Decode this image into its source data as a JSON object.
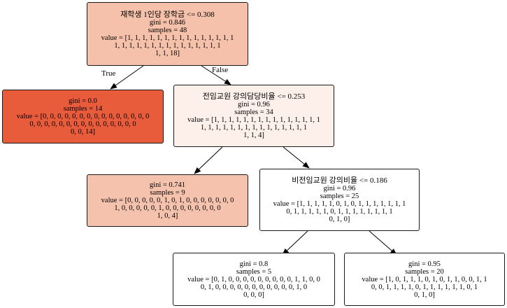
{
  "tree": {
    "root": {
      "split": "재학생 1인당 장학금 <= 0.308",
      "gini": "gini = 0.846",
      "samples": "samples = 48",
      "value": [
        "value = [1, 1, 1, 1, 1, 1, 1, 1, 1, 1, 1, 1, 1, 1, 1",
        "1, 1, 1, 1, 1, 1, 1, 1, 1, 1, 1, 1, 1, 1, 1",
        "1, 1, 18]"
      ],
      "color": "#f6c1aa"
    },
    "leaf_left": {
      "gini": "gini = 0.0",
      "samples": "samples = 14",
      "value": [
        "value = [0, 0, 0, 0, 0, 0, 0, 0, 0, 0, 0, 0, 0, 0, 0",
        "0, 0, 0, 0, 0, 0, 0, 0, 0, 0, 0, 0, 0, 0, 0",
        "0, 0, 14]"
      ],
      "color": "#e85b3b"
    },
    "node_right": {
      "split": "전임교원 강의담당비율 <= 0.253",
      "gini": "gini = 0.96",
      "samples": "samples = 34",
      "value": [
        "value = [1, 1, 1, 1, 1, 1, 1, 1, 1, 1, 1, 1, 1, 1, 1",
        "1, 1, 1, 1, 1, 1, 1, 1, 1, 1, 1, 1, 1, 1, 1",
        "1, 1, 4]"
      ],
      "color": "#fdf0eb"
    },
    "leaf_mid": {
      "gini": "gini = 0.741",
      "samples": "samples = 9",
      "value": [
        "value = [0, 0, 0, 0, 0, 1, 0, 1, 0, 0, 0, 0, 0, 0, 0",
        "1, 0, 0, 0, 0, 0, 1, 0, 0, 0, 0, 0, 0, 0, 0",
        "1, 0, 4]"
      ],
      "color": "#f5c2ad"
    },
    "node_inner": {
      "split": "비전임교원 강의비율 <= 0.186",
      "gini": "gini = 0.96",
      "samples": "samples = 25",
      "value": [
        "value = [1, 1, 1, 1, 1, 0, 1, 0, 1, 1, 1, 1, 1, 1, 1",
        "0, 1, 1, 1, 1, 1, 0, 1, 1, 1, 1, 1, 1, 1, 1",
        "0, 1, 0]"
      ],
      "color": "#ffffff"
    },
    "leaf_bl": {
      "gini": "gini = 0.8",
      "samples": "samples = 5",
      "value": [
        "value = [0, 1, 0, 0, 0, 0, 0, 0, 0, 0, 0, 1, 1, 0, 0",
        "0, 1, 0, 0, 0, 0, 0, 0, 0, 0, 0, 0, 0, 1, 0",
        "0, 0, 0]"
      ],
      "color": "#ffffff"
    },
    "leaf_br": {
      "gini": "gini = 0.95",
      "samples": "samples = 20",
      "value": [
        "value = [1, 0, 1, 1, 1, 0, 1, 0, 1, 1, 0, 0, 1, 1",
        "0, 0, 1, 1, 1, 1, 0, 1, 1, 1, 1, 1, 1, 0, 1",
        "0, 1, 0]"
      ],
      "color": "#ffffff"
    }
  },
  "edge_labels": {
    "true_label": "True",
    "false_label": "False"
  },
  "colors": {
    "edge": "#000000",
    "border": "#1a1a1a"
  }
}
